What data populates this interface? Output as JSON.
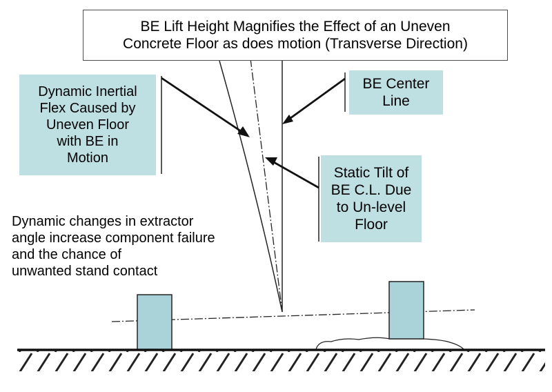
{
  "title_box": {
    "text": "BE Lift Height Magnifies the Effect of an Uneven\nConcrete Floor as does motion (Transverse Direction)"
  },
  "flex_label": {
    "text": "Dynamic Inertial\nFlex Caused by\nUneven Floor\nwith BE in\nMotion"
  },
  "centerline_label": {
    "text": "BE Center\nLine"
  },
  "tilt_label": {
    "text": "Static Tilt of\nBE C.L. Due\nto Un-level\nFloor"
  },
  "note": {
    "text": "Dynamic changes in extractor\nangle increase component failure\nand the chance of\nunwanted stand contact"
  },
  "colors": {
    "label_fill": "#bfe0e3",
    "block_fill": "#a9d3d8",
    "line": "#222222"
  }
}
